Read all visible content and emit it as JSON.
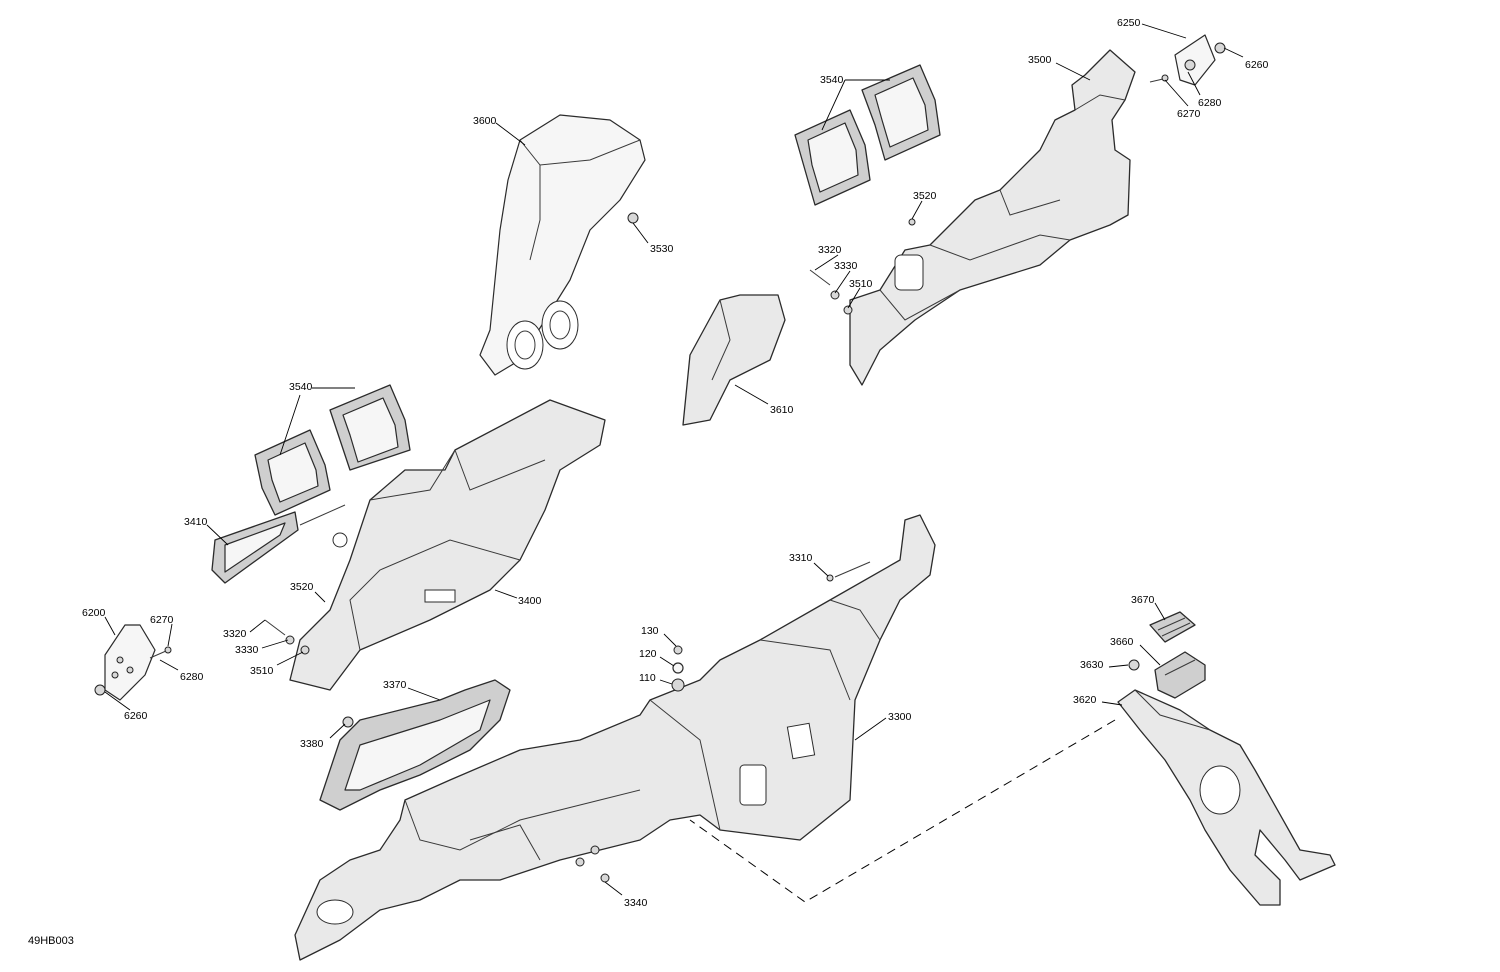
{
  "drawing": {
    "id": "49HB003"
  },
  "callouts": [
    {
      "key": "c6250",
      "text": "6250"
    },
    {
      "key": "c6260a",
      "text": "6260"
    },
    {
      "key": "c6280a",
      "text": "6280"
    },
    {
      "key": "c6270a",
      "text": "6270"
    },
    {
      "key": "c3500",
      "text": "3500"
    },
    {
      "key": "c3540a",
      "text": "3540"
    },
    {
      "key": "c3600",
      "text": "3600"
    },
    {
      "key": "c3530",
      "text": "3530"
    },
    {
      "key": "c3520a",
      "text": "3520"
    },
    {
      "key": "c3320a",
      "text": "3320"
    },
    {
      "key": "c3330a",
      "text": "3330"
    },
    {
      "key": "c3510a",
      "text": "3510"
    },
    {
      "key": "c3610",
      "text": "3610"
    },
    {
      "key": "c3540b",
      "text": "3540"
    },
    {
      "key": "c3410",
      "text": "3410"
    },
    {
      "key": "c3520b",
      "text": "3520"
    },
    {
      "key": "c3400",
      "text": "3400"
    },
    {
      "key": "c6200",
      "text": "6200"
    },
    {
      "key": "c6270b",
      "text": "6270"
    },
    {
      "key": "c3320b",
      "text": "3320"
    },
    {
      "key": "c3330b",
      "text": "3330"
    },
    {
      "key": "c3510b",
      "text": "3510"
    },
    {
      "key": "c6280b",
      "text": "6280"
    },
    {
      "key": "c6260b",
      "text": "6260"
    },
    {
      "key": "c3370",
      "text": "3370"
    },
    {
      "key": "c3380",
      "text": "3380"
    },
    {
      "key": "c3310",
      "text": "3310"
    },
    {
      "key": "c130",
      "text": "130"
    },
    {
      "key": "c120",
      "text": "120"
    },
    {
      "key": "c110",
      "text": "110"
    },
    {
      "key": "c3300",
      "text": "3300"
    },
    {
      "key": "c3340",
      "text": "3340"
    },
    {
      "key": "c3670",
      "text": "3670"
    },
    {
      "key": "c3660",
      "text": "3660"
    },
    {
      "key": "c3630",
      "text": "3630"
    },
    {
      "key": "c3620",
      "text": "3620"
    }
  ]
}
